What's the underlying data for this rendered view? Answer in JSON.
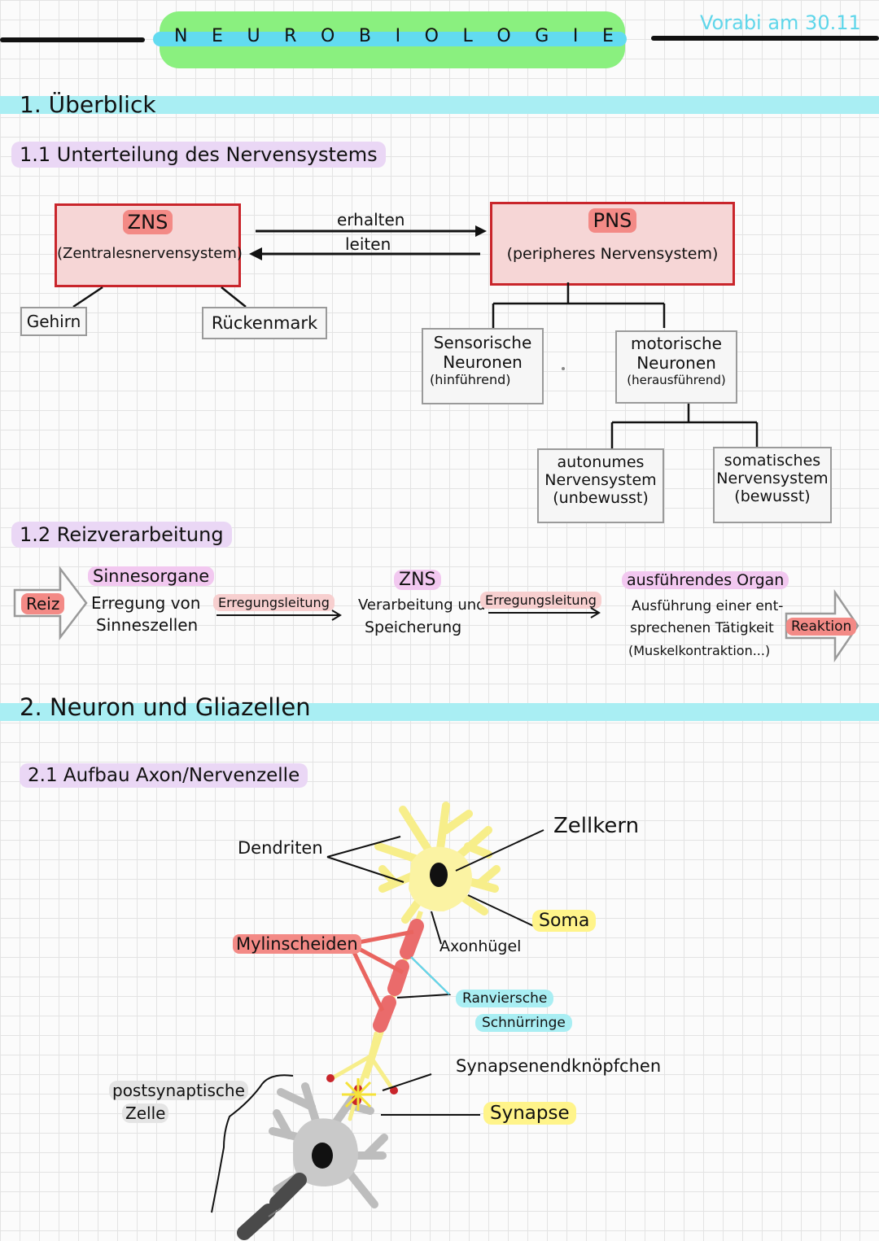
{
  "header": {
    "title_letters": [
      "N",
      "E",
      "U",
      "R",
      "O",
      "B",
      "I",
      "O",
      "L",
      "O",
      "G",
      "I",
      "E"
    ],
    "vorabi": "Vorabi am 30.11"
  },
  "section1": {
    "heading": "1. Überblick",
    "sub1": "1.1 Unterteilung des Nervensystems",
    "zns": {
      "abbr": "ZNS",
      "full": "(Zentralesnervensystem)"
    },
    "pns": {
      "abbr": "PNS",
      "full": "(peripheres Nervensystem)"
    },
    "arrow_top": "erhalten",
    "arrow_bottom": "leiten",
    "gehirn": "Gehirn",
    "rueckenmark": "Rückenmark",
    "sensorisch": [
      "Sensorische",
      "Neuronen",
      "(hinführend)"
    ],
    "motorisch": [
      "motorische",
      "Neuronen",
      "(herausführend)"
    ],
    "autonom": [
      "autonumes",
      "Nervensystem",
      "(unbewusst)"
    ],
    "somatisch": [
      "somatisches",
      "Nervensystem",
      "(bewusst)"
    ],
    "sub2": "1.2 Reizverarbeitung",
    "reiz": "Reiz",
    "sinnesorgane": "Sinnesorgane",
    "sinnes_text": [
      "Erregung von",
      "Sinneszellen"
    ],
    "erregungsleitung": "Erregungsleitung",
    "zns2": "ZNS",
    "zns2_text": [
      "Verarbeitung und",
      "Speicherung"
    ],
    "organ": "ausführendes Organ",
    "organ_text": [
      "Ausführung einer ent-",
      "sprechenen Tätigkeit",
      "(Muskelkontraktion...)"
    ],
    "reaktion": "Reaktion"
  },
  "section2": {
    "heading": "2. Neuron und Gliazellen",
    "sub1": "2.1 Aufbau Axon/Nervenzelle",
    "labels": {
      "dendriten": "Dendriten",
      "zellkern": "Zellkern",
      "soma": "Soma",
      "mylinscheiden": "Mylinscheiden",
      "axonhuegel": "Axonhügel",
      "ranvier1": "Ranviersche",
      "ranvier2": "Schnürringe",
      "endknopf": "Synapsenendknöpfchen",
      "synapse": "Synapse",
      "post1": "postsynaptische",
      "post2": "Zelle"
    }
  },
  "colors": {
    "cyan": "#a9eef3",
    "green": "#8af07f",
    "red_box": "#c9252b",
    "pink_fill": "#f6d6d6",
    "purple": "#ead7f5",
    "yellow": "#fff48a",
    "neuron_yellow": "#fbf3a3",
    "myelin_red": "#ea6b6b"
  }
}
